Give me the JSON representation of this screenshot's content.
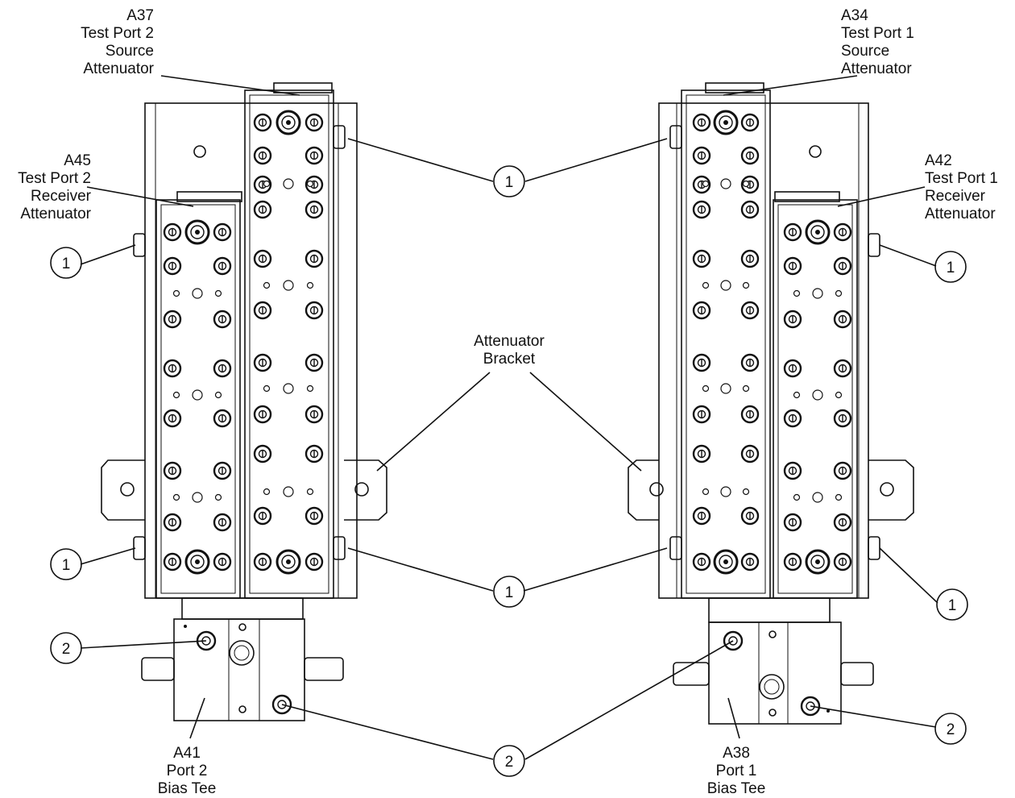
{
  "labels": {
    "a37": [
      "A37",
      "Test Port 2",
      "Source",
      "Attenuator"
    ],
    "a34": [
      "A34",
      "Test Port 1",
      "Source",
      "Attenuator"
    ],
    "a45": [
      "A45",
      "Test Port 2",
      "Receiver",
      "Attenuator"
    ],
    "a42": [
      "A42",
      "Test Port 1",
      "Receiver",
      "Attenuator"
    ],
    "bracket": [
      "Attenuator",
      "Bracket"
    ],
    "a41": [
      "A41",
      "Port 2",
      "Bias Tee"
    ],
    "a38": [
      "A38",
      "Port 1",
      "Bias Tee"
    ]
  },
  "callouts": {
    "screw": "1",
    "biastee_screw": "2"
  }
}
